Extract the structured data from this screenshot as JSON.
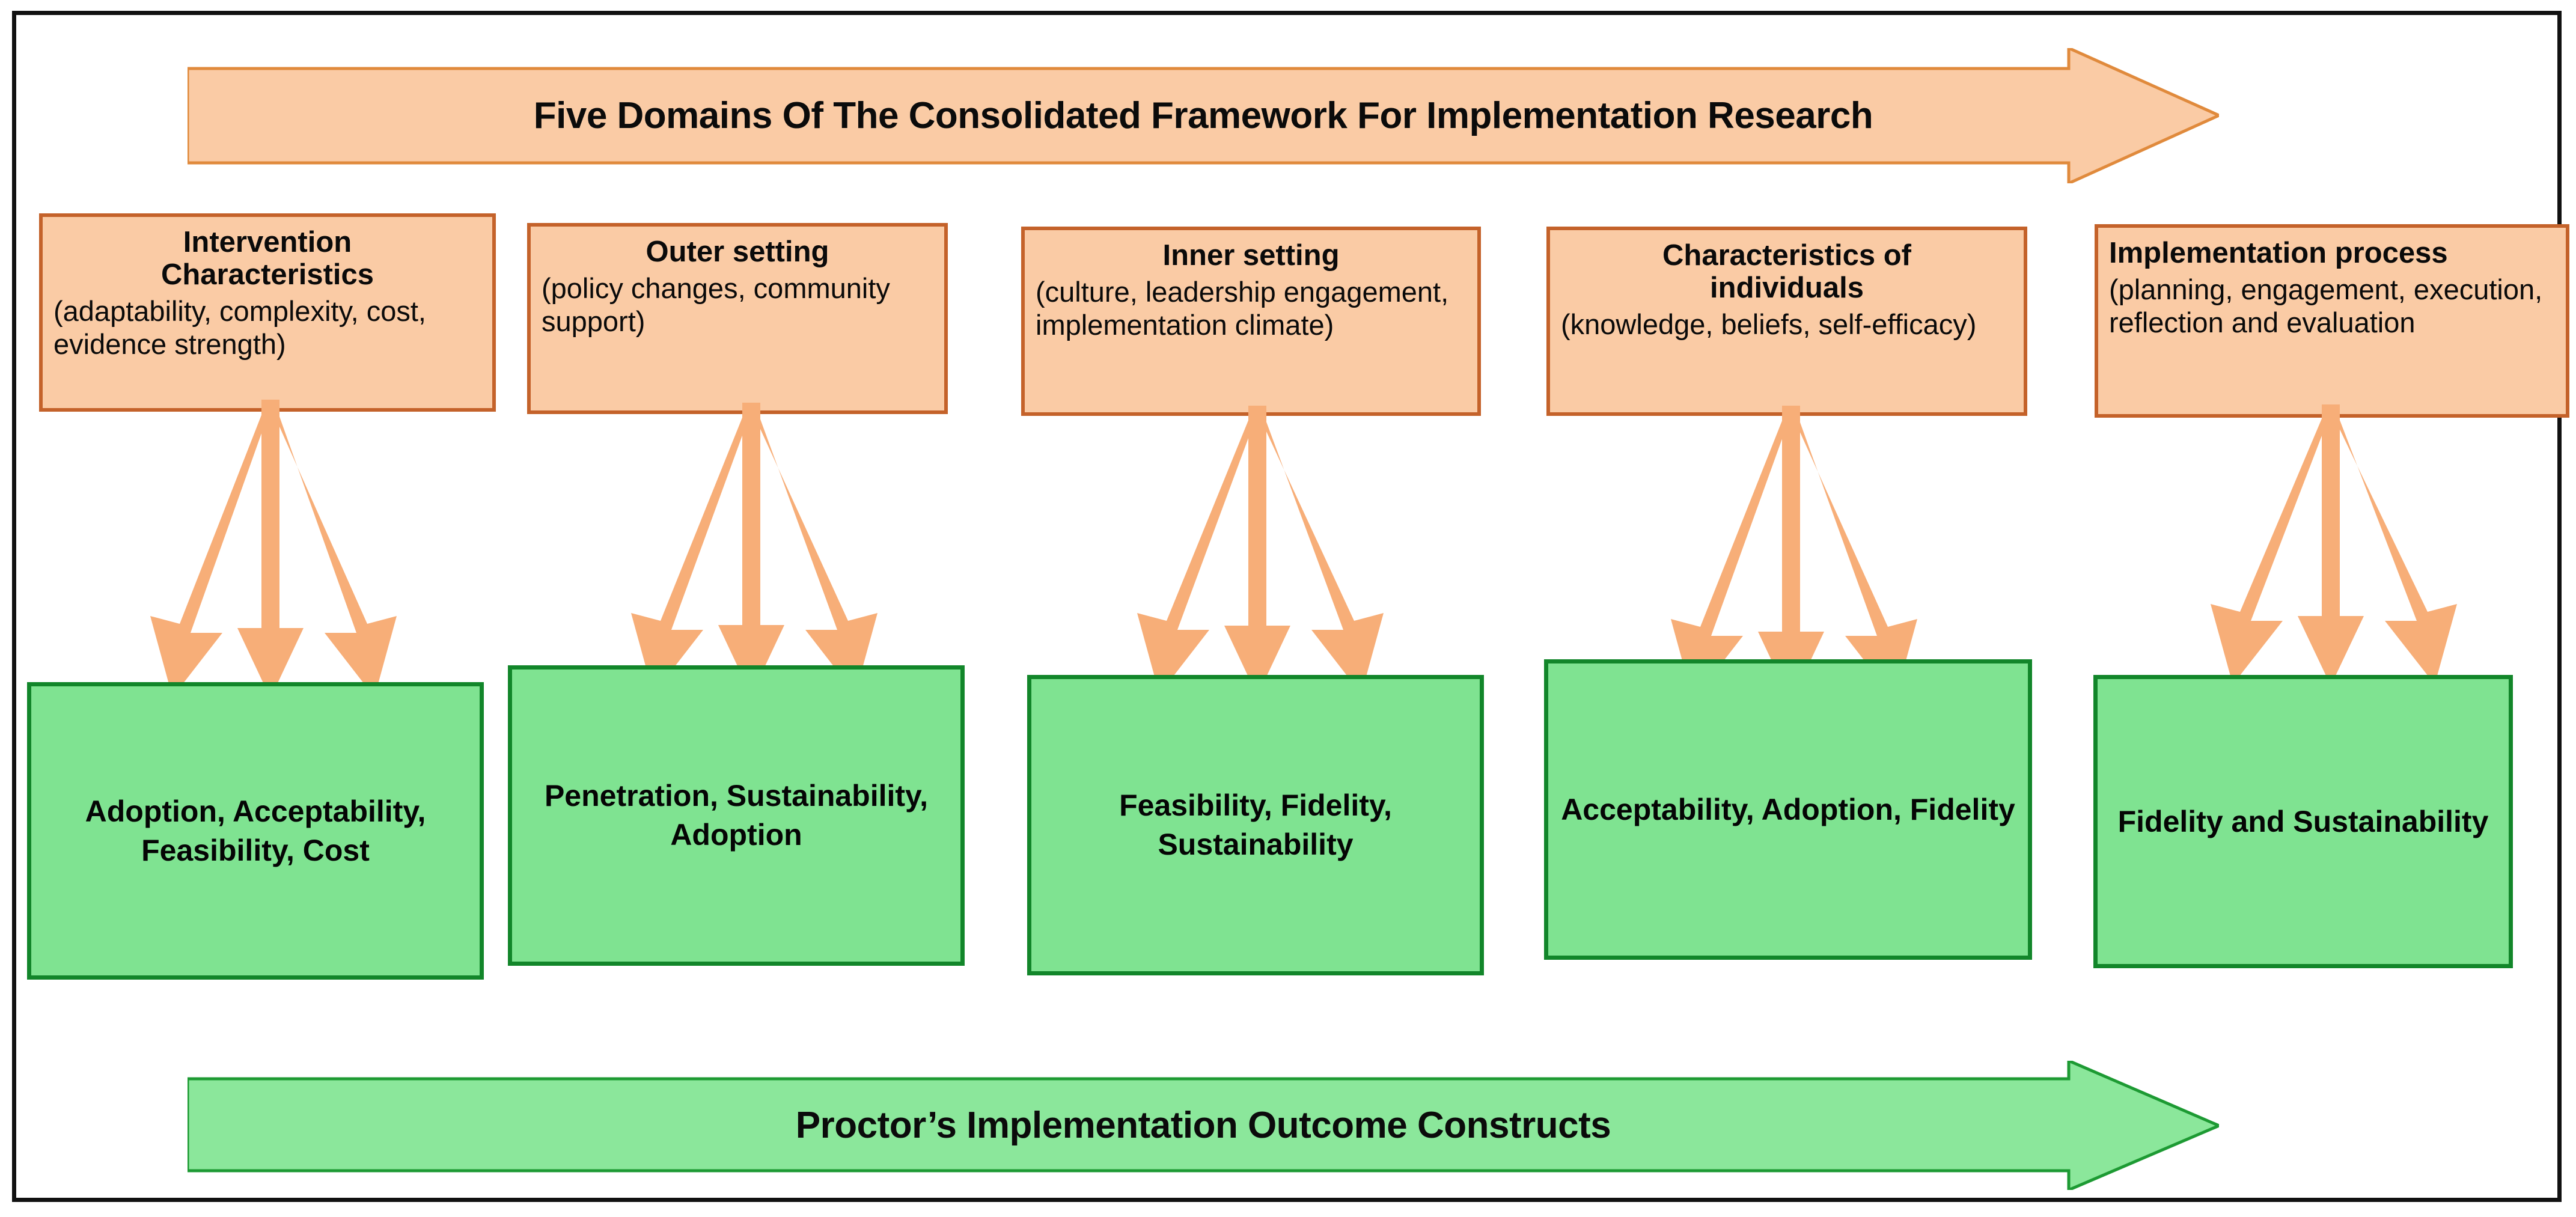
{
  "diagram": {
    "title_banner": {
      "label": "Five Domains Of The Consolidated Framework For Implementation Research",
      "icon": "right-arrow-banner",
      "fill": "#FACBA5",
      "stroke": "#E08A3C"
    },
    "outcome_banner": {
      "label": "Proctor’s Implementation Outcome Constructs",
      "icon": "right-arrow-banner",
      "fill": "#8BE79B",
      "stroke": "#1D9A33"
    },
    "colors": {
      "orange_fill": "#FACBA5",
      "orange_border": "#C4622A",
      "green_fill": "#7FE391",
      "green_border": "#12862A",
      "arrow_fill": "#F7AE78",
      "frame": "#111111",
      "text": "#0a0a0a"
    },
    "domains": [
      {
        "id": "intervention-characteristics",
        "title": "Intervention\nCharacteristics",
        "title_line1": "Intervention",
        "title_line2": "Characteristics",
        "detail": "(adaptability, complexity, cost, evidence strength)",
        "title_align": "center"
      },
      {
        "id": "outer-setting",
        "title": "Outer setting",
        "title_line1": "Outer setting",
        "title_line2": "",
        "detail": "(policy changes, community support)",
        "title_align": "center"
      },
      {
        "id": "inner-setting",
        "title": "Inner setting",
        "title_line1": "Inner setting",
        "title_line2": "",
        "detail": "(culture, leadership engagement, implementation climate)",
        "title_align": "center"
      },
      {
        "id": "characteristics-of-individuals",
        "title": "Characteristics of individuals",
        "title_line1": "Characteristics of",
        "title_line2": "individuals",
        "detail": "(knowledge, beliefs, self-efficacy)",
        "title_align": "center"
      },
      {
        "id": "implementation-process",
        "title": "Implementation process",
        "title_line1": "Implementation process",
        "title_line2": "",
        "detail": "(planning, engagement, execution, reflection and evaluation",
        "title_align": "left"
      }
    ],
    "outcomes": [
      {
        "id": "outcome-intervention-characteristics",
        "text": "Adoption, Acceptability, Feasibility, Cost"
      },
      {
        "id": "outcome-outer-setting",
        "text": "Penetration, Sustainability, Adoption"
      },
      {
        "id": "outcome-inner-setting",
        "text": "Feasibility, Fidelity, Sustainability"
      },
      {
        "id": "outcome-characteristics-of-individuals",
        "text": "Acceptability, Adoption, Fidelity"
      },
      {
        "id": "outcome-implementation-process",
        "text": "Fidelity and Sustainability"
      }
    ],
    "connectors": {
      "description": "three fanned arrows from each domain box down to its outcome box",
      "count_per_domain": 3,
      "icon": "down-arrow"
    }
  }
}
